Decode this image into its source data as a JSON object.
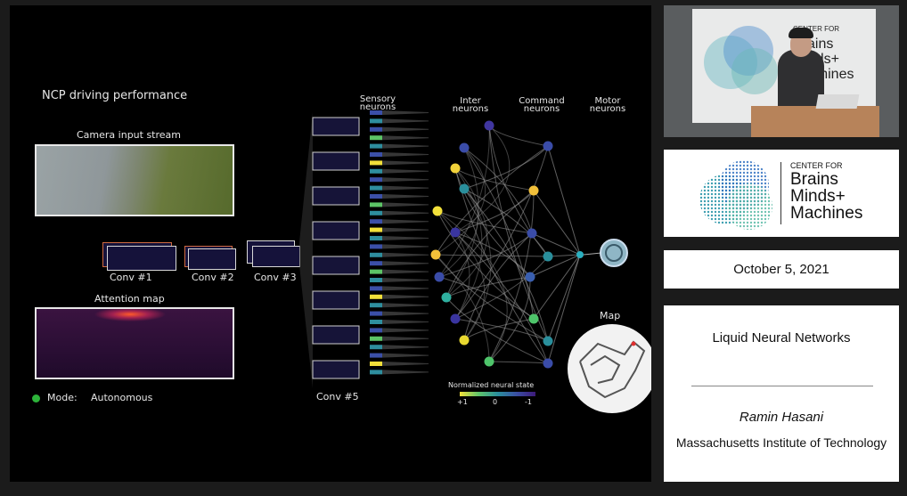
{
  "slide": {
    "title": "NCP driving performance",
    "camera_label": "Camera input stream",
    "attention_label": "Attention map",
    "conv_labels": [
      "Conv #1",
      "Conv #2",
      "Conv #3",
      "Conv #5"
    ],
    "mode_label": "Mode:",
    "mode_value": "Autonomous",
    "column_headers": {
      "sensory": [
        "Sensory",
        "neurons"
      ],
      "inter": [
        "Inter",
        "neurons"
      ],
      "command": [
        "Command",
        "neurons"
      ],
      "motor": [
        "Motor",
        "neurons"
      ]
    },
    "map_label": "Map",
    "colorbar": {
      "title": "Normalized neural state",
      "ticks": [
        "+1",
        "0",
        "-1"
      ]
    }
  },
  "logo": {
    "lines": [
      "CENTER FOR",
      "Brains",
      "Minds+",
      "Machines"
    ]
  },
  "date": "October 5, 2021",
  "talk": {
    "title": "Liquid Neural Networks",
    "speaker": "Ramin Hasani",
    "affiliation": "Massachusetts Institute of Technology"
  },
  "colors": {
    "mode_indicator": "#2db33a",
    "background": "#1b1b1b"
  }
}
